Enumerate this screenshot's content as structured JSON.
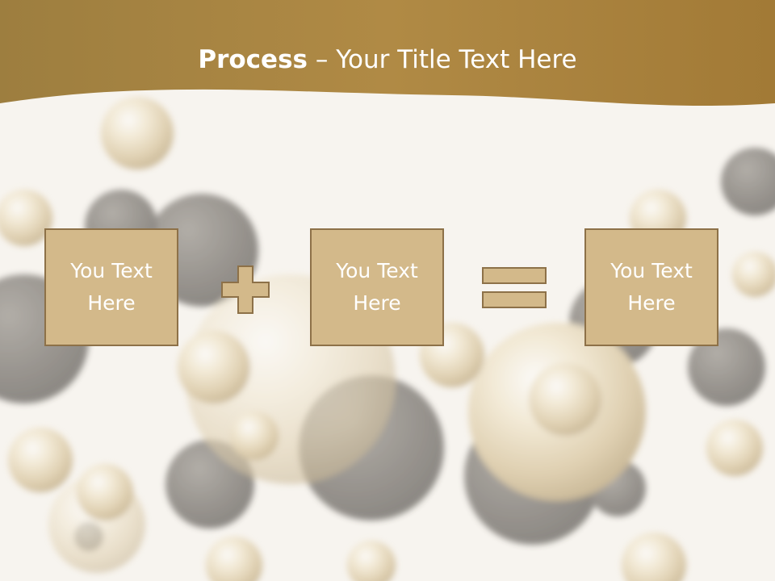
{
  "slide": {
    "title_bold": "Process",
    "title_rest": " – Your Title Text Here",
    "boxes": [
      {
        "text": "You Text Here"
      },
      {
        "text": "You Text Here"
      },
      {
        "text": "You Text Here"
      }
    ],
    "operators": [
      "plus-icon",
      "equals-icon"
    ]
  },
  "colors": {
    "header_gold": "#a8843f",
    "box_fill": "#d3b98a",
    "box_border": "#8d7148"
  }
}
